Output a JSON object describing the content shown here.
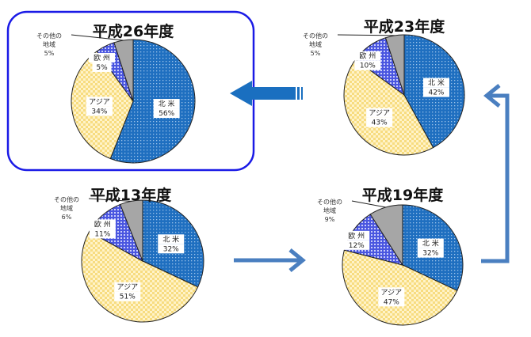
{
  "chart_data": [
    {
      "type": "pie",
      "title": "平成26年度",
      "highlighted": true,
      "categories": [
        "北米",
        "アジア",
        "欧州",
        "その他の地域"
      ],
      "labels": [
        "北 米",
        "アジア",
        "欧 州",
        "その他の地域"
      ],
      "values": [
        56,
        34,
        5,
        5
      ]
    },
    {
      "type": "pie",
      "title": "平成23年度",
      "categories": [
        "北米",
        "アジア",
        "欧州",
        "その他の地域"
      ],
      "labels": [
        "北 米",
        "アジア",
        "欧 州",
        "その他の地域"
      ],
      "values": [
        42,
        43,
        10,
        5
      ]
    },
    {
      "type": "pie",
      "title": "平成13年度",
      "categories": [
        "北米",
        "アジア",
        "欧州",
        "その他の地域"
      ],
      "labels": [
        "北 米",
        "アジア",
        "欧 州",
        "その他の地域"
      ],
      "values": [
        32,
        51,
        11,
        6
      ]
    },
    {
      "type": "pie",
      "title": "平成19年度",
      "categories": [
        "北米",
        "アジア",
        "欧州",
        "その他の地域"
      ],
      "labels": [
        "北 米",
        "アジア",
        "欧 州",
        "その他の地域"
      ],
      "values": [
        32,
        47,
        12,
        9
      ]
    }
  ],
  "colors": {
    "north_america": "#1f6fc0",
    "asia": "#f5d36a",
    "europe": "#4a56e0",
    "other": "#a6a6a6",
    "arrow": "#2f74c0",
    "highlight_border": "#1a1ae6"
  }
}
